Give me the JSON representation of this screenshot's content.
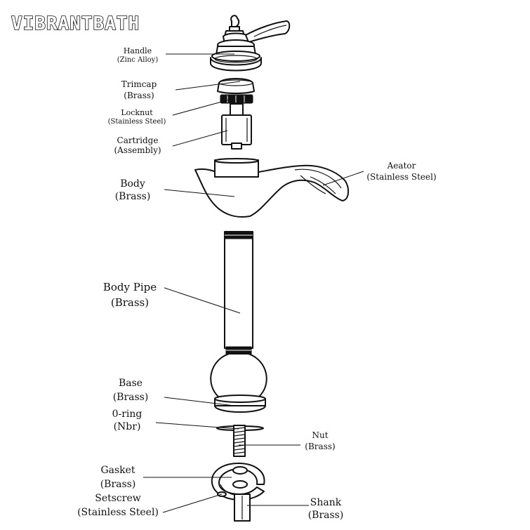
{
  "brand": "VIBRANTBATH",
  "labels": {
    "handle": [
      "Handle",
      "(Zinc Alloy)"
    ],
    "trimcap": [
      "Trimcap",
      "(Brass)"
    ],
    "locknut": [
      "Locknut",
      "(Stainless Steel)"
    ],
    "cartridge": [
      "Cartridge",
      "(Assembly)"
    ],
    "body": [
      "Body",
      "(Brass)"
    ],
    "aerator": [
      "Aeator",
      "(Stainless Steel)"
    ],
    "body_pipe": [
      "Body Pipe",
      "(Brass)"
    ],
    "base": [
      "Base",
      "(Brass)"
    ],
    "oring": [
      "0-ring",
      "(Nbr)"
    ],
    "nut": [
      "Nut",
      "(Brass)"
    ],
    "gasket": [
      "Gasket",
      "(Brass)"
    ],
    "setscrew": [
      "Setscrew",
      "(Stainless Steel)"
    ],
    "shank": [
      "Shank",
      "(Brass)"
    ]
  }
}
